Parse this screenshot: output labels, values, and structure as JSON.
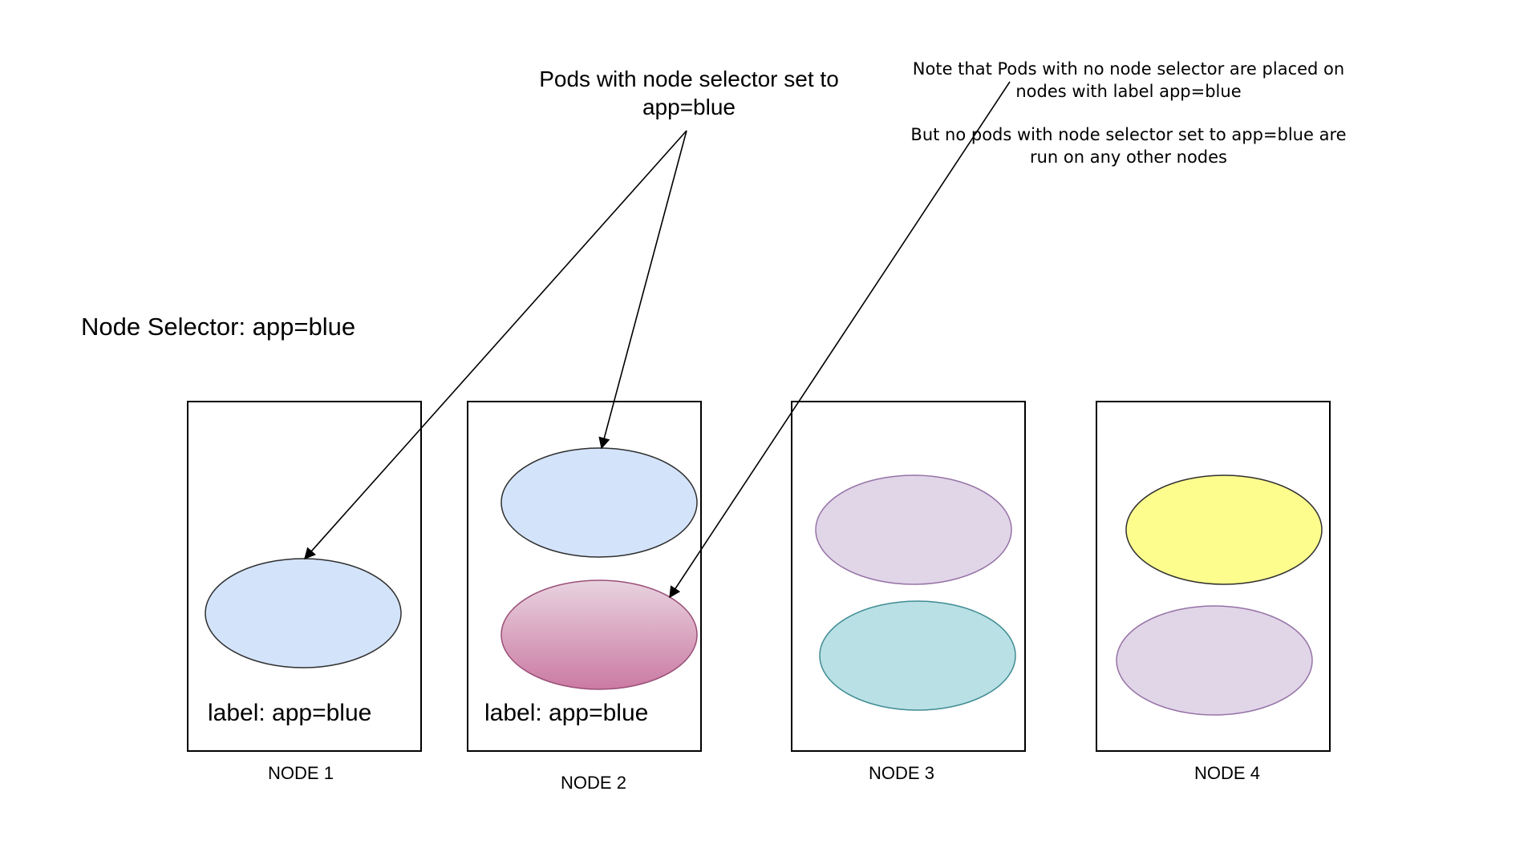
{
  "diagram": {
    "heading": "Node Selector: app=blue",
    "callout_pods": [
      "Pods with node selector set to",
      "app=blue"
    ],
    "note": [
      "Note that Pods with no node selector are placed on",
      "nodes with label app=blue",
      "",
      "But no pods with node selector set to app=blue are",
      "run on any other nodes"
    ],
    "node_label_text": "label: app=blue",
    "nodes": [
      {
        "name": "NODE 1",
        "labeled": true
      },
      {
        "name": "NODE 2",
        "labeled": true
      },
      {
        "name": "NODE 3",
        "labeled": false
      },
      {
        "name": "NODE 4",
        "labeled": false
      }
    ],
    "pods": [
      {
        "node": "NODE 1",
        "kind": "selector app=blue",
        "fill": "#d3e3fa",
        "stroke": "#2f2f2f"
      },
      {
        "node": "NODE 2",
        "kind": "selector app=blue",
        "fill": "#d3e3fa",
        "stroke": "#2f2f2f"
      },
      {
        "node": "NODE 2",
        "kind": "no selector",
        "fill_gradient": [
          "#e8d3df",
          "#cb7aa3"
        ],
        "stroke": "#9a4f78"
      },
      {
        "node": "NODE 3",
        "kind": "other",
        "fill": "#e1d5e8",
        "stroke": "#9673a6"
      },
      {
        "node": "NODE 3",
        "kind": "other",
        "fill": "#b9e0e4",
        "stroke": "#3f8c94"
      },
      {
        "node": "NODE 4",
        "kind": "other",
        "fill": "#fdfd8e",
        "stroke": "#2f2f2f"
      },
      {
        "node": "NODE 4",
        "kind": "other",
        "fill": "#e1d5e8",
        "stroke": "#9673a6"
      }
    ],
    "colors": {
      "line": "#000000",
      "node_border": "#000000",
      "background": "#ffffff"
    }
  }
}
